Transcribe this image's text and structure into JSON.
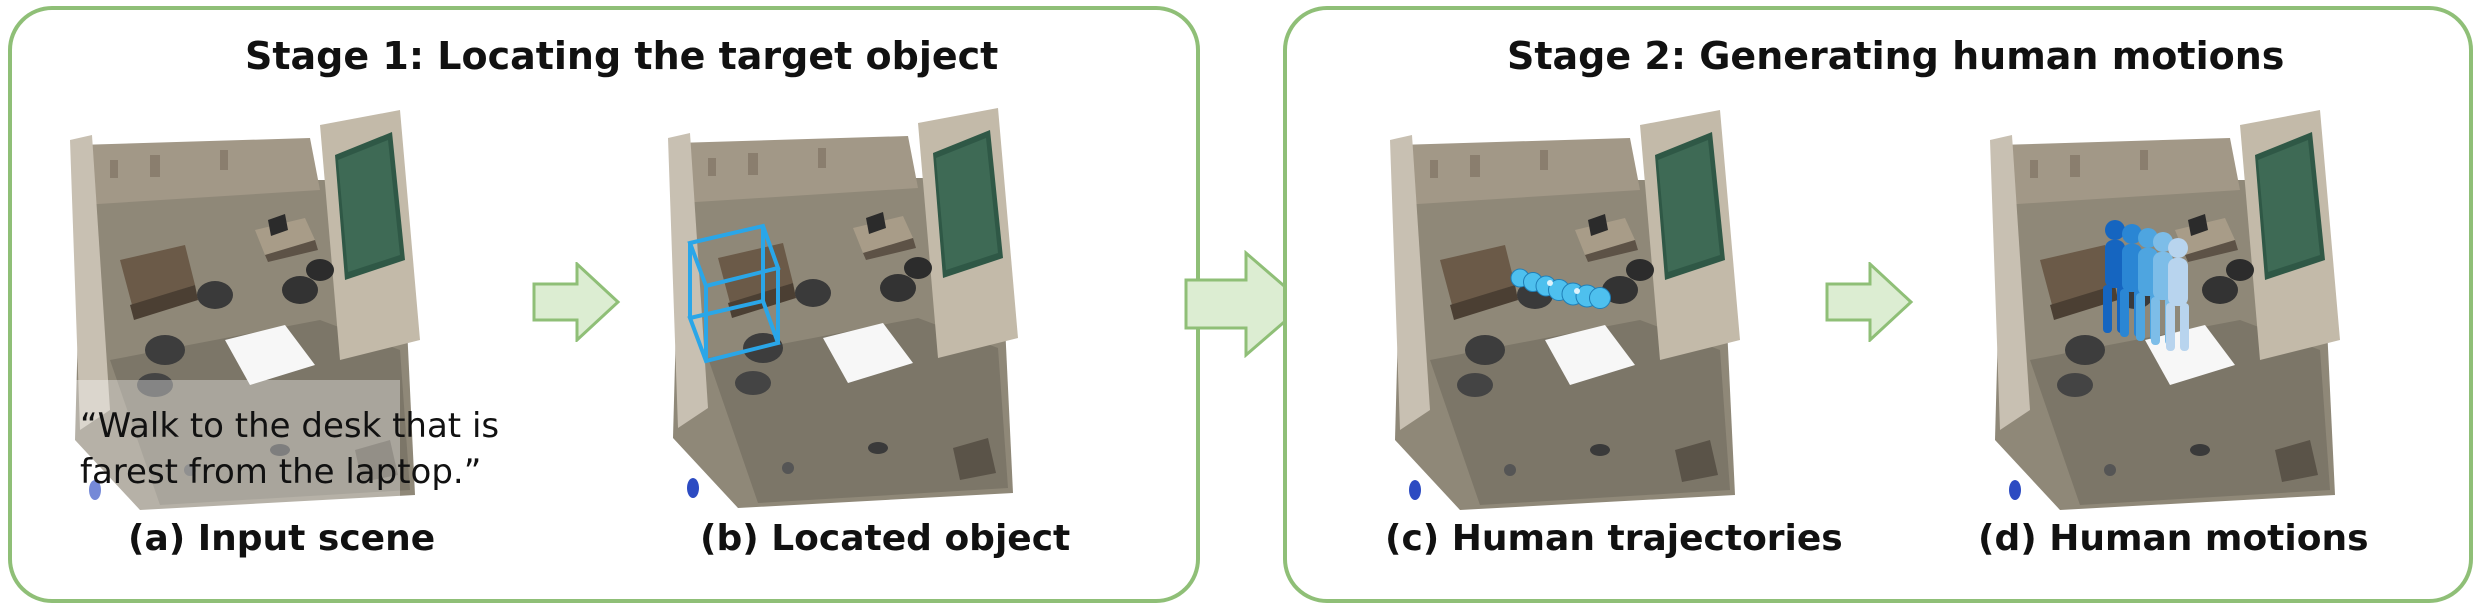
{
  "stage1": {
    "title": "Stage 1: Locating the target object",
    "captions": [
      "(a) Input scene",
      "(b) Located object"
    ],
    "instruction_line1": "“Walk to the desk that is",
    "instruction_line2": "farest from the laptop.”"
  },
  "stage2": {
    "title": "Stage 2: Generating human motions",
    "captions": [
      "(c) Human trajectories",
      "(d) Human motions"
    ]
  },
  "colors": {
    "border": "#8fbf77",
    "arrow_fill": "#dcedd2",
    "arrow_stroke": "#8fbf77",
    "bbox": "#2aa6e8",
    "trajectory": "#4ec0ee",
    "motion_dark": "#1565c0",
    "motion_light": "#b8d4ee"
  }
}
